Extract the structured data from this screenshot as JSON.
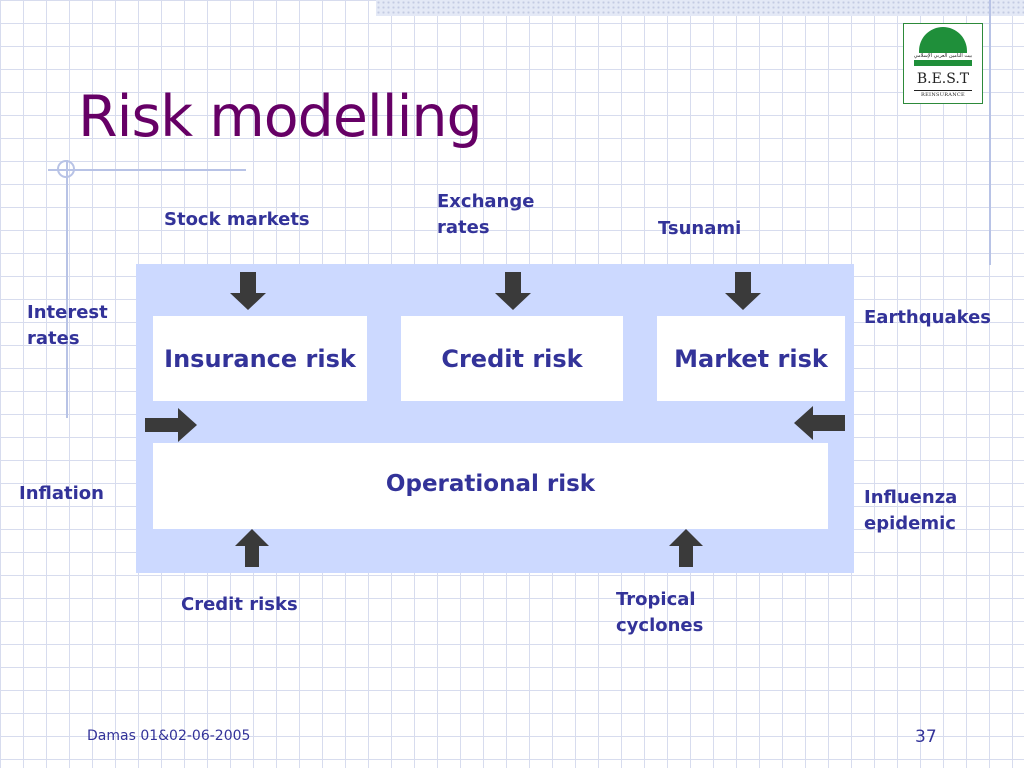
{
  "slide": {
    "title": "Risk modelling",
    "footer": "Damas 01&02-06-2005",
    "page_number": "37"
  },
  "logo": {
    "name": "B.E.S.T",
    "sub": "REINSURANCE",
    "arabic_text": "بيت التأمين العربي الإسلامي",
    "color": "#1f8f3a"
  },
  "risk_boxes": {
    "insurance": "Insurance risk",
    "credit": "Credit risk",
    "market": "Market risk",
    "operational": "Operational risk"
  },
  "factors": {
    "stock_markets": "Stock markets",
    "exchange_rates": [
      "Exchange",
      "rates"
    ],
    "tsunami": "Tsunami",
    "interest_rates": [
      "Interest",
      "rates"
    ],
    "earthquakes": "Earthquakes",
    "inflation": "Inflation",
    "influenza": [
      "Influenza",
      "epidemic"
    ],
    "credit_risks": "Credit risks",
    "tropical_cyclones": [
      "Tropical",
      "cyclones"
    ]
  },
  "colors": {
    "title": "#660066",
    "text": "#333399",
    "panel": "#ccd9ff",
    "arrow": "#3a3a3a"
  },
  "icons": {
    "arrow": "block-arrow-icon"
  }
}
